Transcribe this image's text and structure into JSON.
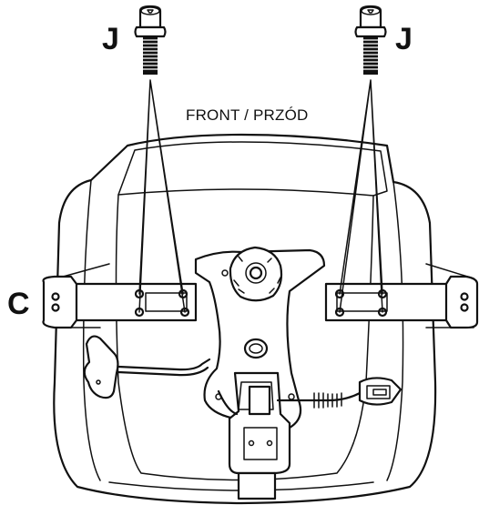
{
  "labels": {
    "bolt_left": "J",
    "bolt_right": "J",
    "bracket_left": "C",
    "orientation": "FRONT / PRZÓD"
  },
  "icons": {
    "bolt": "hex-socket-bolt-icon"
  },
  "colors": {
    "line": "#111111",
    "background": "#ffffff"
  }
}
